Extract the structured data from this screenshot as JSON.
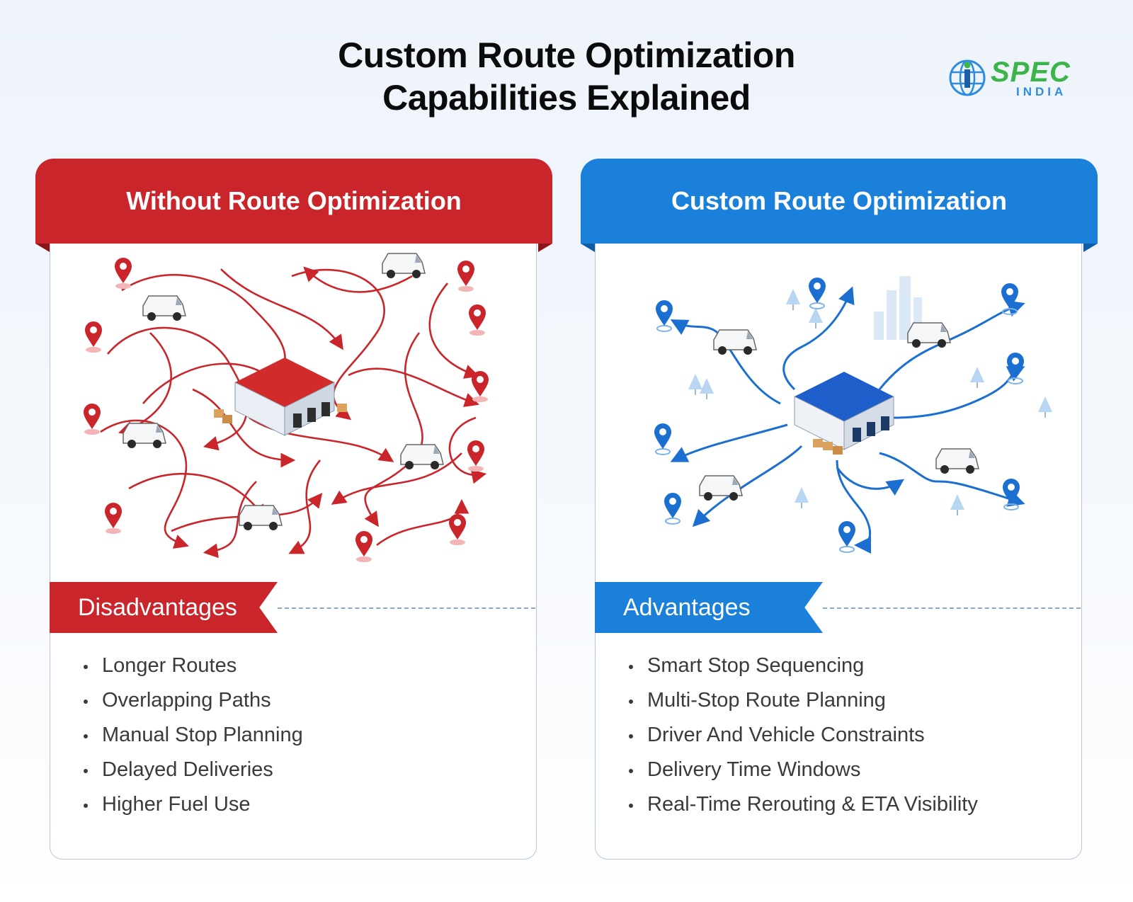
{
  "title": {
    "line1": "Custom Route Optimization",
    "line2": "Capabilities Explained"
  },
  "logo": {
    "word": "SPEC",
    "sub": "INDIA",
    "icon": "globe-i-icon"
  },
  "colors": {
    "red": "#c9252b",
    "blue": "#1a80d9",
    "logo_green": "#3bb54a",
    "logo_blue": "#2d8be0"
  },
  "left": {
    "heading": "Without Route Optimization",
    "ribbon": "Disadvantages",
    "items": [
      "Longer Routes",
      "Overlapping Paths",
      "Manual Stop Planning",
      "Delayed Deliveries",
      "Higher Fuel Use"
    ],
    "illustration": "tangled-routes-warehouse"
  },
  "right": {
    "heading": "Custom Route Optimization",
    "ribbon": "Advantages",
    "items": [
      "Smart Stop Sequencing",
      "Multi-Stop Route Planning",
      "Driver And Vehicle Constraints",
      "Delivery Time Windows",
      "Real-Time Rerouting & ETA Visibility"
    ],
    "illustration": "optimized-routes-warehouse"
  }
}
